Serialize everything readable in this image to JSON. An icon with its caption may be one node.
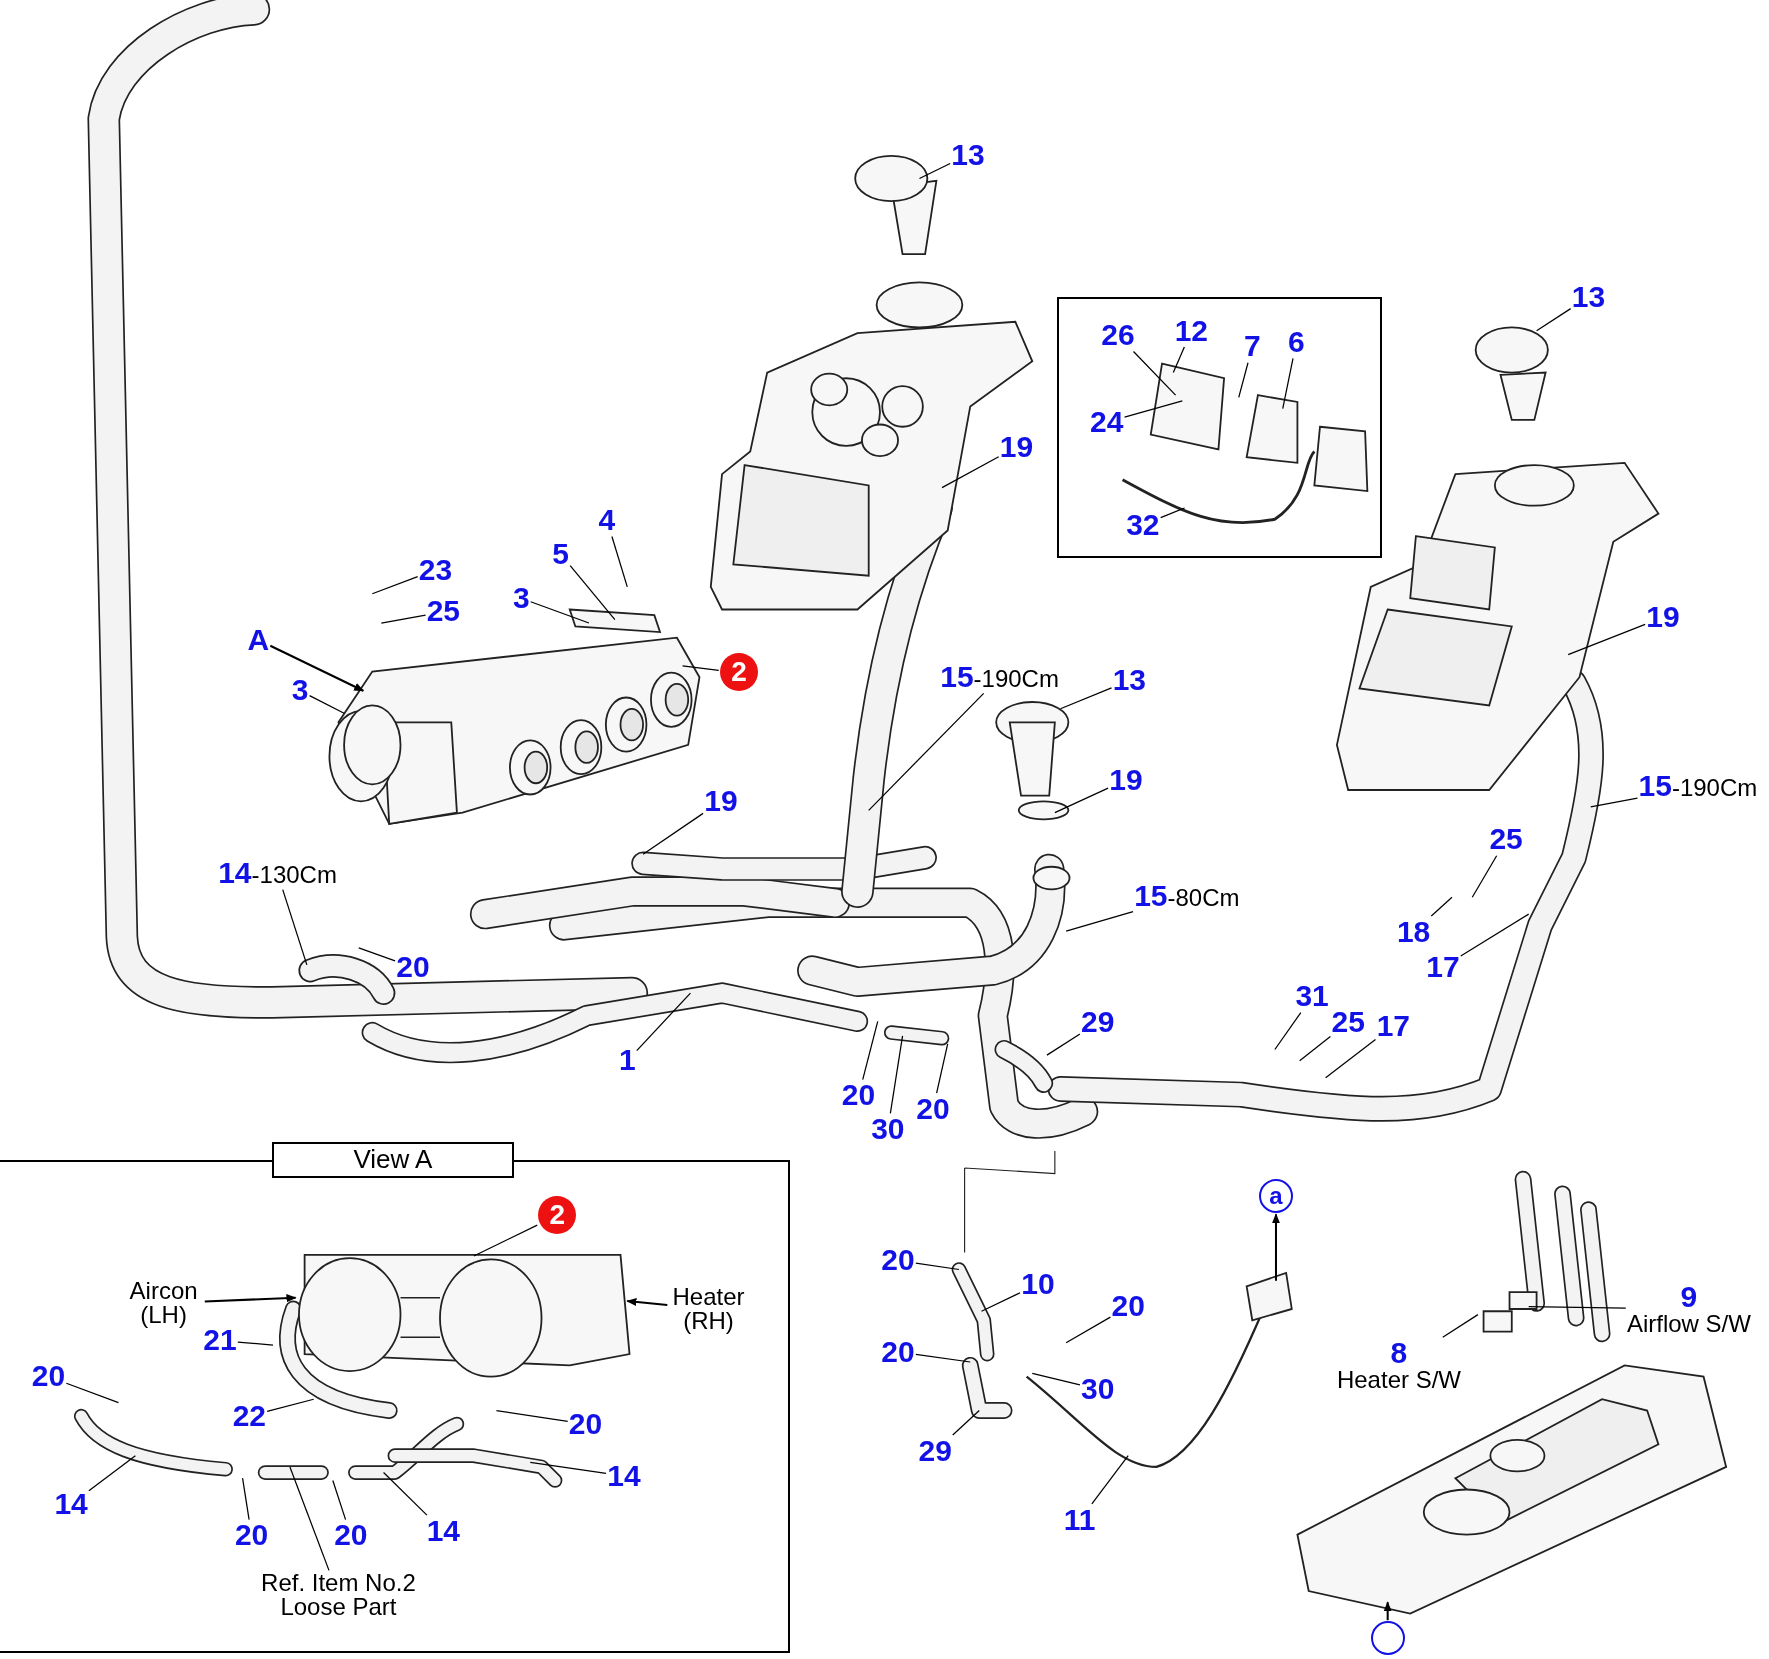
{
  "diagram": {
    "nodes": [
      {
        "text": [
          "13"
        ]
      },
      {
        "text": [],
        "shape": "box"
      },
      {
        "text": [
          "26"
        ],
        "in": 1
      },
      {
        "text": [
          "12"
        ],
        "in": 1
      },
      {
        "text": [
          "7"
        ],
        "in": 1
      },
      {
        "text": [
          "6"
        ],
        "in": 1
      },
      {
        "text": [
          "24"
        ],
        "in": 1
      },
      {
        "text": [
          "32"
        ],
        "in": 1
      },
      {
        "text": [
          "13"
        ]
      },
      {
        "text": [
          "19"
        ]
      },
      {
        "text": [
          "4"
        ]
      },
      {
        "text": [
          "5"
        ]
      },
      {
        "text": [
          "23"
        ]
      },
      {
        "text": [
          "25"
        ]
      },
      {
        "text": [
          "A"
        ]
      },
      {
        "text": [
          "3"
        ]
      },
      {
        "text": [
          "2"
        ]
      },
      {
        "text": [
          "3"
        ]
      },
      {
        "text": [
          "15",
          "-190Cm"
        ]
      },
      {
        "text": [
          "13"
        ]
      },
      {
        "text": [
          "19"
        ]
      },
      {
        "text": [
          "19"
        ]
      },
      {
        "text": [
          "15",
          "-190Cm"
        ]
      },
      {
        "text": [
          "19"
        ]
      },
      {
        "text": [
          "25"
        ]
      },
      {
        "text": [
          "14",
          "-130Cm"
        ]
      },
      {
        "text": [
          "15",
          "-80Cm"
        ]
      },
      {
        "text": [
          "18"
        ]
      },
      {
        "text": [
          "17"
        ]
      },
      {
        "text": [
          "20"
        ]
      },
      {
        "text": [
          "31"
        ]
      },
      {
        "text": [
          "29"
        ]
      },
      {
        "text": [
          "25"
        ]
      },
      {
        "text": [
          "17"
        ]
      },
      {
        "text": [
          "1"
        ]
      },
      {
        "text": [
          "20"
        ]
      },
      {
        "text": [
          "20"
        ]
      },
      {
        "text": [
          "30"
        ]
      },
      {
        "text": [
          "View A"
        ]
      },
      {
        "text": [
          "2"
        ],
        "in": 38
      },
      {
        "text": [
          "Aircon (LH)"
        ],
        "in": 38
      },
      {
        "text": [
          "Heater (RH)"
        ],
        "in": 38
      },
      {
        "text": [
          "21"
        ],
        "in": 38
      },
      {
        "text": [
          "20"
        ],
        "in": 38
      },
      {
        "text": [
          "22"
        ],
        "in": 38
      },
      {
        "text": [
          "20"
        ],
        "in": 38
      },
      {
        "text": [
          "14"
        ],
        "in": 38
      },
      {
        "text": [
          "14"
        ],
        "in": 38
      },
      {
        "text": [
          "20"
        ],
        "in": 38
      },
      {
        "text": [
          "20"
        ],
        "in": 38
      },
      {
        "text": [
          "14"
        ],
        "in": 38
      },
      {
        "text": [
          "Ref. Item No.2 Loose Part"
        ],
        "in": 38
      },
      {
        "text": [
          "a"
        ]
      },
      {
        "text": [
          "20"
        ]
      },
      {
        "text": [
          "10"
        ]
      },
      {
        "text": [
          "9",
          "Airflow S/W"
        ]
      },
      {
        "text": [
          "20"
        ]
      },
      {
        "text": [
          "20"
        ]
      },
      {
        "text": [
          "8",
          "Heater S/W"
        ]
      },
      {
        "text": [
          "30"
        ]
      },
      {
        "text": [
          "29"
        ]
      },
      {
        "text": [
          "11"
        ]
      },
      {
        "text": [],
        "shape": "circle"
      },
      {
        "text": [],
        "shape": "picture"
      },
      {
        "text": [],
        "shape": "picture"
      },
      {
        "text": [],
        "shape": "picture"
      },
      {
        "text": [],
        "shape": "picture",
        "in": 38
      },
      {
        "text": [],
        "shape": "picture"
      }
    ],
    "edges": [
      {
        "from": 0,
        "to": null,
        "arrow": "none"
      },
      {
        "from": 2,
        "to": null,
        "arrow": "none"
      },
      {
        "from": 3,
        "to": null,
        "arrow": "none"
      },
      {
        "from": 4,
        "to": null,
        "arrow": "none"
      },
      {
        "from": 5,
        "to": null,
        "arrow": "none"
      },
      {
        "from": 6,
        "to": null,
        "arrow": "none"
      },
      {
        "from": 7,
        "to": null,
        "arrow": "none"
      },
      {
        "from": 8,
        "to": 63,
        "arrow": "none"
      },
      {
        "from": 9,
        "to": null,
        "arrow": "none"
      },
      {
        "from": 10,
        "to": null,
        "arrow": "none"
      },
      {
        "from": 11,
        "to": 64,
        "arrow": "none"
      },
      {
        "from": 12,
        "to": null,
        "arrow": "none"
      },
      {
        "from": 13,
        "to": null,
        "arrow": "none"
      },
      {
        "from": 14,
        "to": 64,
        "arrow": "to"
      },
      {
        "from": 15,
        "to": 64,
        "arrow": "none"
      },
      {
        "from": 16,
        "to": 64,
        "arrow": "none"
      },
      {
        "from": 17,
        "to": 64,
        "arrow": "none"
      },
      {
        "from": 18,
        "to": null,
        "arrow": "none"
      },
      {
        "from": 19,
        "to": 65,
        "arrow": "none"
      },
      {
        "from": 20,
        "to": null,
        "arrow": "none"
      },
      {
        "from": 21,
        "to": 65,
        "arrow": "none"
      },
      {
        "from": 22,
        "to": null,
        "arrow": "none"
      },
      {
        "from": 23,
        "to": null,
        "arrow": "none"
      },
      {
        "from": 24,
        "to": null,
        "arrow": "none"
      },
      {
        "from": 25,
        "to": null,
        "arrow": "none"
      },
      {
        "from": 26,
        "to": null,
        "arrow": "none"
      },
      {
        "from": 27,
        "to": null,
        "arrow": "none"
      },
      {
        "from": 28,
        "to": null,
        "arrow": "none"
      },
      {
        "from": 29,
        "to": null,
        "arrow": "none"
      },
      {
        "from": 30,
        "to": null,
        "arrow": "none"
      },
      {
        "from": 31,
        "to": null,
        "arrow": "none"
      },
      {
        "from": 32,
        "to": null,
        "arrow": "none"
      },
      {
        "from": 33,
        "to": null,
        "arrow": "none"
      },
      {
        "from": 34,
        "to": null,
        "arrow": "none"
      },
      {
        "from": 35,
        "to": null,
        "arrow": "none"
      },
      {
        "from": 36,
        "to": null,
        "arrow": "none"
      },
      {
        "from": 37,
        "to": null,
        "arrow": "none"
      },
      {
        "from": 39,
        "to": 66,
        "arrow": "none"
      },
      {
        "from": 40,
        "to": 66,
        "arrow": "to"
      },
      {
        "from": 41,
        "to": 66,
        "arrow": "to"
      },
      {
        "from": 42,
        "to": null,
        "arrow": "none"
      },
      {
        "from": 43,
        "to": null,
        "arrow": "none"
      },
      {
        "from": 44,
        "to": null,
        "arrow": "none"
      },
      {
        "from": 45,
        "to": null,
        "arrow": "none"
      },
      {
        "from": 46,
        "to": null,
        "arrow": "none"
      },
      {
        "from": 47,
        "to": null,
        "arrow": "none"
      },
      {
        "from": 48,
        "to": null,
        "arrow": "none"
      },
      {
        "from": 49,
        "to": null,
        "arrow": "none"
      },
      {
        "from": 50,
        "to": null,
        "arrow": "none"
      },
      {
        "from": 51,
        "to": null,
        "arrow": "none"
      },
      {
        "from": null,
        "to": 52,
        "arrow": "to"
      },
      {
        "from": 53,
        "to": null,
        "arrow": "none"
      },
      {
        "from": 54,
        "to": null,
        "arrow": "none"
      },
      {
        "from": 55,
        "to": null,
        "arrow": "none"
      },
      {
        "from": 56,
        "to": null,
        "arrow": "none"
      },
      {
        "from": 57,
        "to": null,
        "arrow": "none"
      },
      {
        "from": 58,
        "to": null,
        "arrow": "none"
      },
      {
        "from": 59,
        "to": null,
        "arrow": "none"
      },
      {
        "from": 60,
        "to": null,
        "arrow": "none"
      },
      {
        "from": 61,
        "to": null,
        "arrow": "none"
      },
      {
        "from": 62,
        "to": 67,
        "arrow": "to"
      }
    ]
  }
}
